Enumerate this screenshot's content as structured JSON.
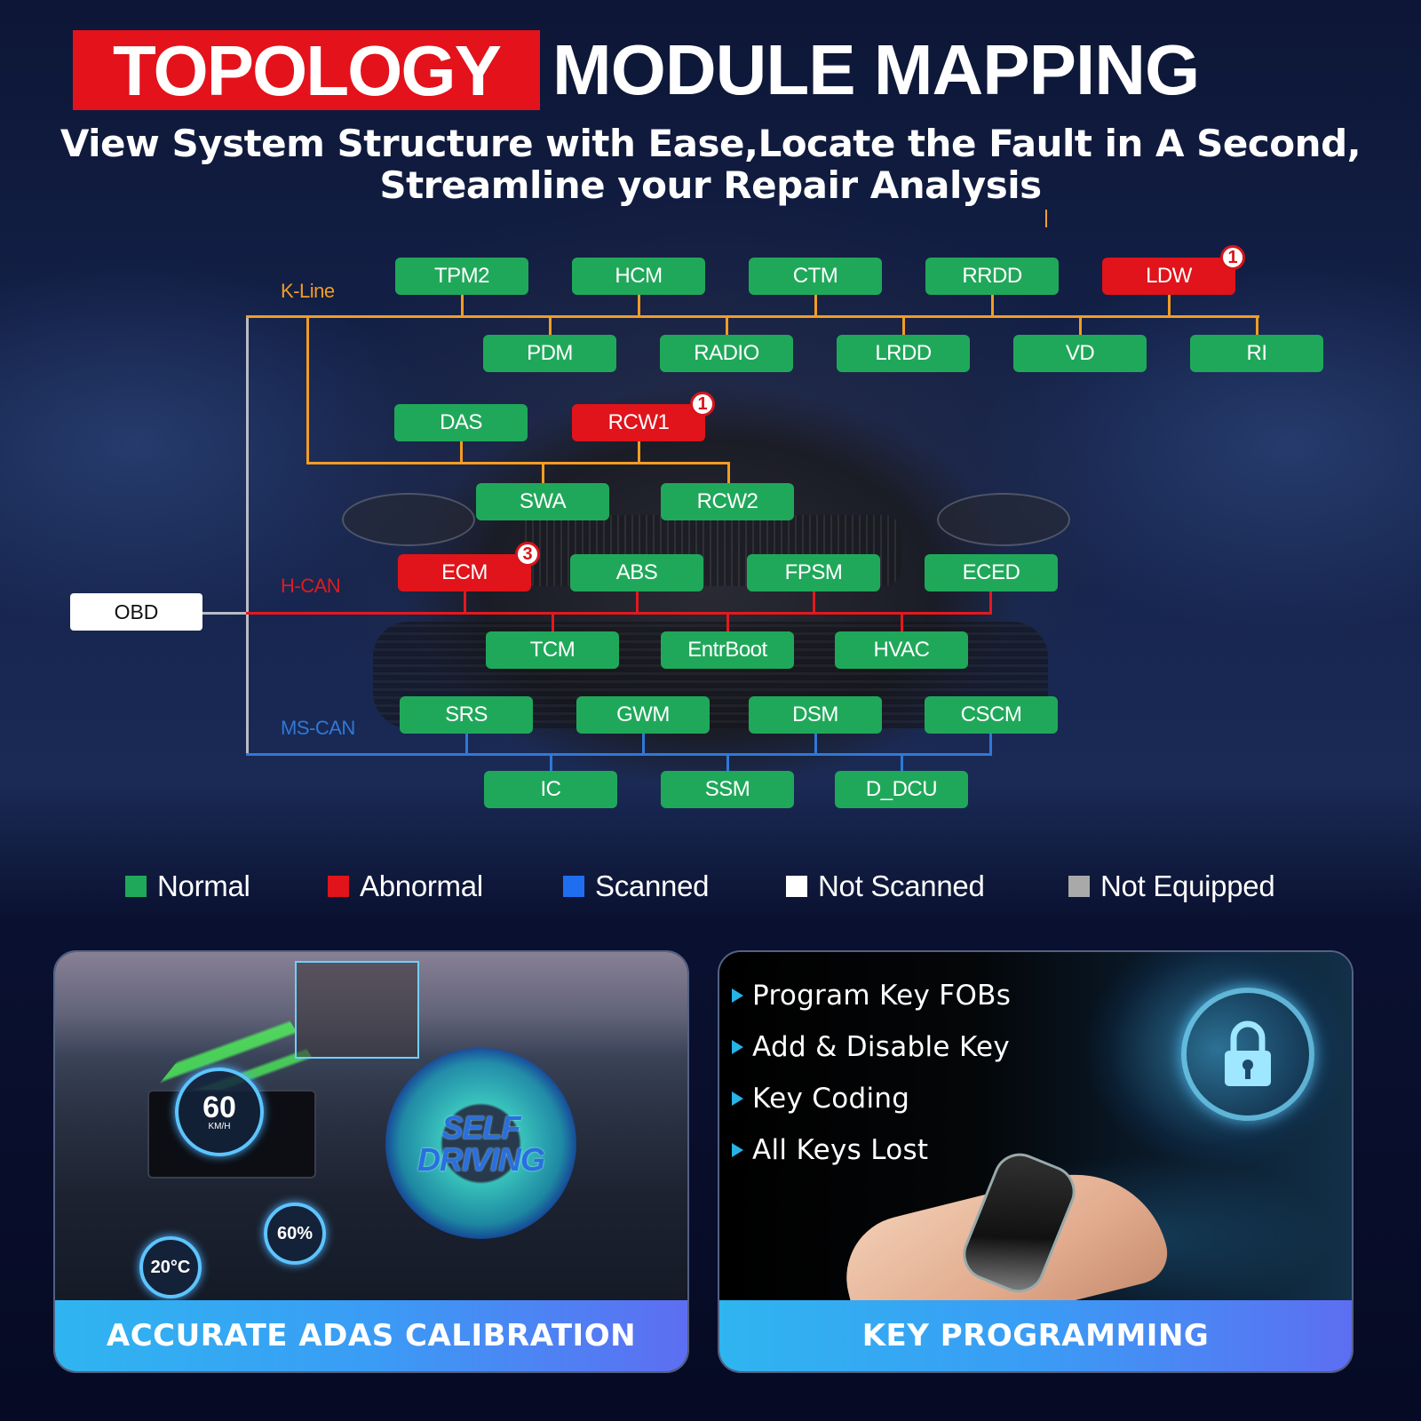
{
  "header": {
    "title_highlight": "TOPOLOGY",
    "title_rest": "MODULE MAPPING",
    "subtitle_line1": "View System Structure with Ease,Locate the Fault in A Second,",
    "subtitle_line2": "Streamline your Repair Analysis"
  },
  "colors": {
    "normal": "#20a85a",
    "abnormal": "#e0141a",
    "scanned": "#1f6ef0",
    "not_scanned": "#ffffff",
    "not_equipped": "#a9a9a9",
    "k_line": "#f39c23",
    "h_can": "#e3191e",
    "ms_can": "#2f78d8",
    "title_red": "#e3121b"
  },
  "topology": {
    "root": "OBD",
    "buses": {
      "k_line": {
        "label": "K-Line",
        "row1": [
          {
            "name": "TPM2",
            "status": "normal"
          },
          {
            "name": "HCM",
            "status": "normal"
          },
          {
            "name": "CTM",
            "status": "normal"
          },
          {
            "name": "RRDD",
            "status": "normal"
          },
          {
            "name": "LDW",
            "status": "abnormal",
            "fault_count": "1"
          }
        ],
        "row2": [
          {
            "name": "PDM",
            "status": "normal"
          },
          {
            "name": "RADIO",
            "status": "normal"
          },
          {
            "name": "LRDD",
            "status": "normal"
          },
          {
            "name": "VD",
            "status": "normal"
          },
          {
            "name": "RI",
            "status": "normal"
          }
        ],
        "sub_row1": [
          {
            "name": "DAS",
            "status": "normal"
          },
          {
            "name": "RCW1",
            "status": "abnormal",
            "fault_count": "1"
          }
        ],
        "sub_row2": [
          {
            "name": "SWA",
            "status": "normal"
          },
          {
            "name": "RCW2",
            "status": "normal"
          }
        ]
      },
      "h_can": {
        "label": "H-CAN",
        "row1": [
          {
            "name": "ECM",
            "status": "abnormal",
            "fault_count": "3"
          },
          {
            "name": "ABS",
            "status": "normal"
          },
          {
            "name": "FPSM",
            "status": "normal"
          },
          {
            "name": "ECED",
            "status": "normal"
          }
        ],
        "row2": [
          {
            "name": "TCM",
            "status": "normal"
          },
          {
            "name": "EntrBoot",
            "status": "normal"
          },
          {
            "name": "HVAC",
            "status": "normal"
          }
        ]
      },
      "ms_can": {
        "label": "MS-CAN",
        "row1": [
          {
            "name": "SRS",
            "status": "normal"
          },
          {
            "name": "GWM",
            "status": "normal"
          },
          {
            "name": "DSM",
            "status": "normal"
          },
          {
            "name": "CSCM",
            "status": "normal"
          }
        ],
        "row2": [
          {
            "name": "IC",
            "status": "normal"
          },
          {
            "name": "SSM",
            "status": "normal"
          },
          {
            "name": "D_DCU",
            "status": "normal"
          }
        ]
      }
    }
  },
  "legend": [
    {
      "label": "Normal",
      "color": "#20a85a"
    },
    {
      "label": "Abnormal",
      "color": "#e0141a"
    },
    {
      "label": "Scanned",
      "color": "#1f6ef0"
    },
    {
      "label": "Not Scanned",
      "color": "#ffffff"
    },
    {
      "label": "Not Equipped",
      "color": "#a9a9a9"
    }
  ],
  "cards": {
    "adas": {
      "footer": "ACCURATE ADAS CALIBRATION",
      "speed": "60",
      "speed_unit": "KM/H",
      "temp": "20°C",
      "humidity": "60%",
      "wheel_line1": "SELF",
      "wheel_line2": "DRIVING"
    },
    "key": {
      "footer": "KEY PROGRAMMING",
      "features": [
        "Program Key FOBs",
        "Add & Disable Key",
        "Key Coding",
        "All Keys Lost"
      ]
    }
  }
}
